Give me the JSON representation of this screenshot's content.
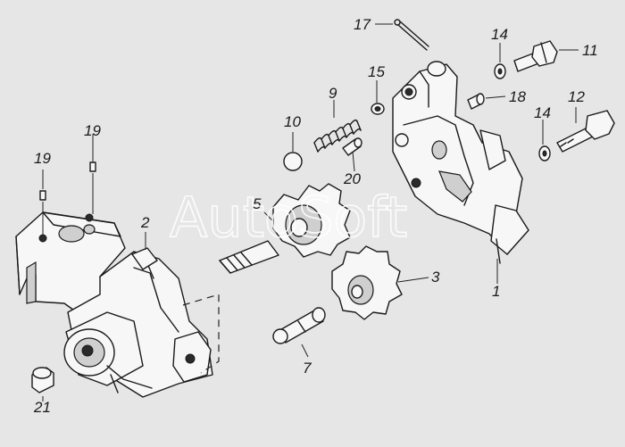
{
  "watermark": "AutoSoft",
  "callouts": {
    "c1": "1",
    "c2": "2",
    "c3": "3",
    "c5": "5",
    "c7": "7",
    "c9": "9",
    "c10": "10",
    "c11": "11",
    "c12": "12",
    "c14a": "14",
    "c14b": "14",
    "c15": "15",
    "c17": "17",
    "c18": "18",
    "c19a": "19",
    "c19b": "19",
    "c20": "20",
    "c21": "21"
  }
}
